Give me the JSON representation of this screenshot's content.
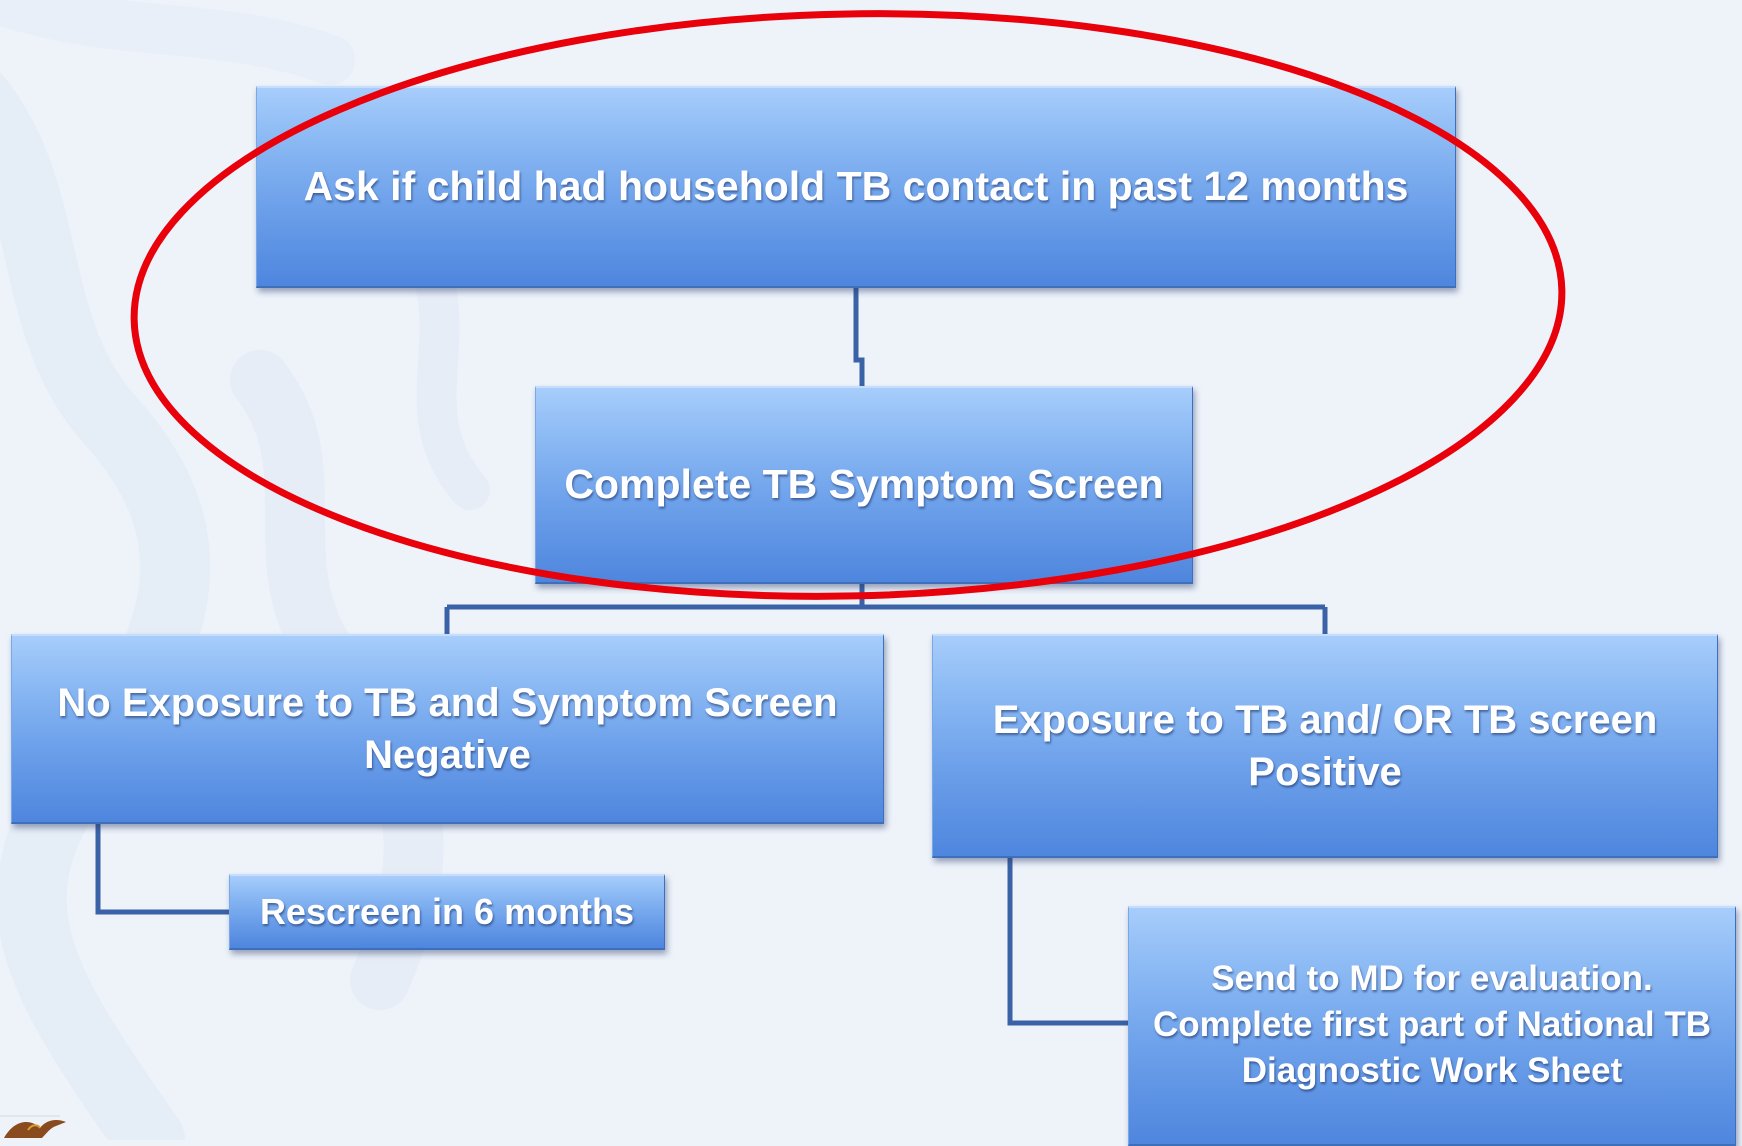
{
  "diagram": {
    "nodes": {
      "ask": "Ask if child had household TB  contact in past 12 months",
      "symptom": "Complete TB Symptom Screen",
      "no_exposure": "No Exposure to TB and Symptom Screen Negative",
      "exposure": "Exposure to TB and/ OR  TB screen Positive",
      "rescreen": "Rescreen in 6 months",
      "send_md": "Send to MD for evaluation. Complete first part of National TB Diagnostic Work Sheet"
    },
    "colors": {
      "box_top": "#a7cdfb",
      "box_bottom": "#4f86de",
      "connector": "#3a62a6",
      "highlight_ellipse": "#e8000b",
      "background": "#eef3fa"
    },
    "icons": {
      "corner_logo": "eagle-emblem-icon"
    }
  }
}
